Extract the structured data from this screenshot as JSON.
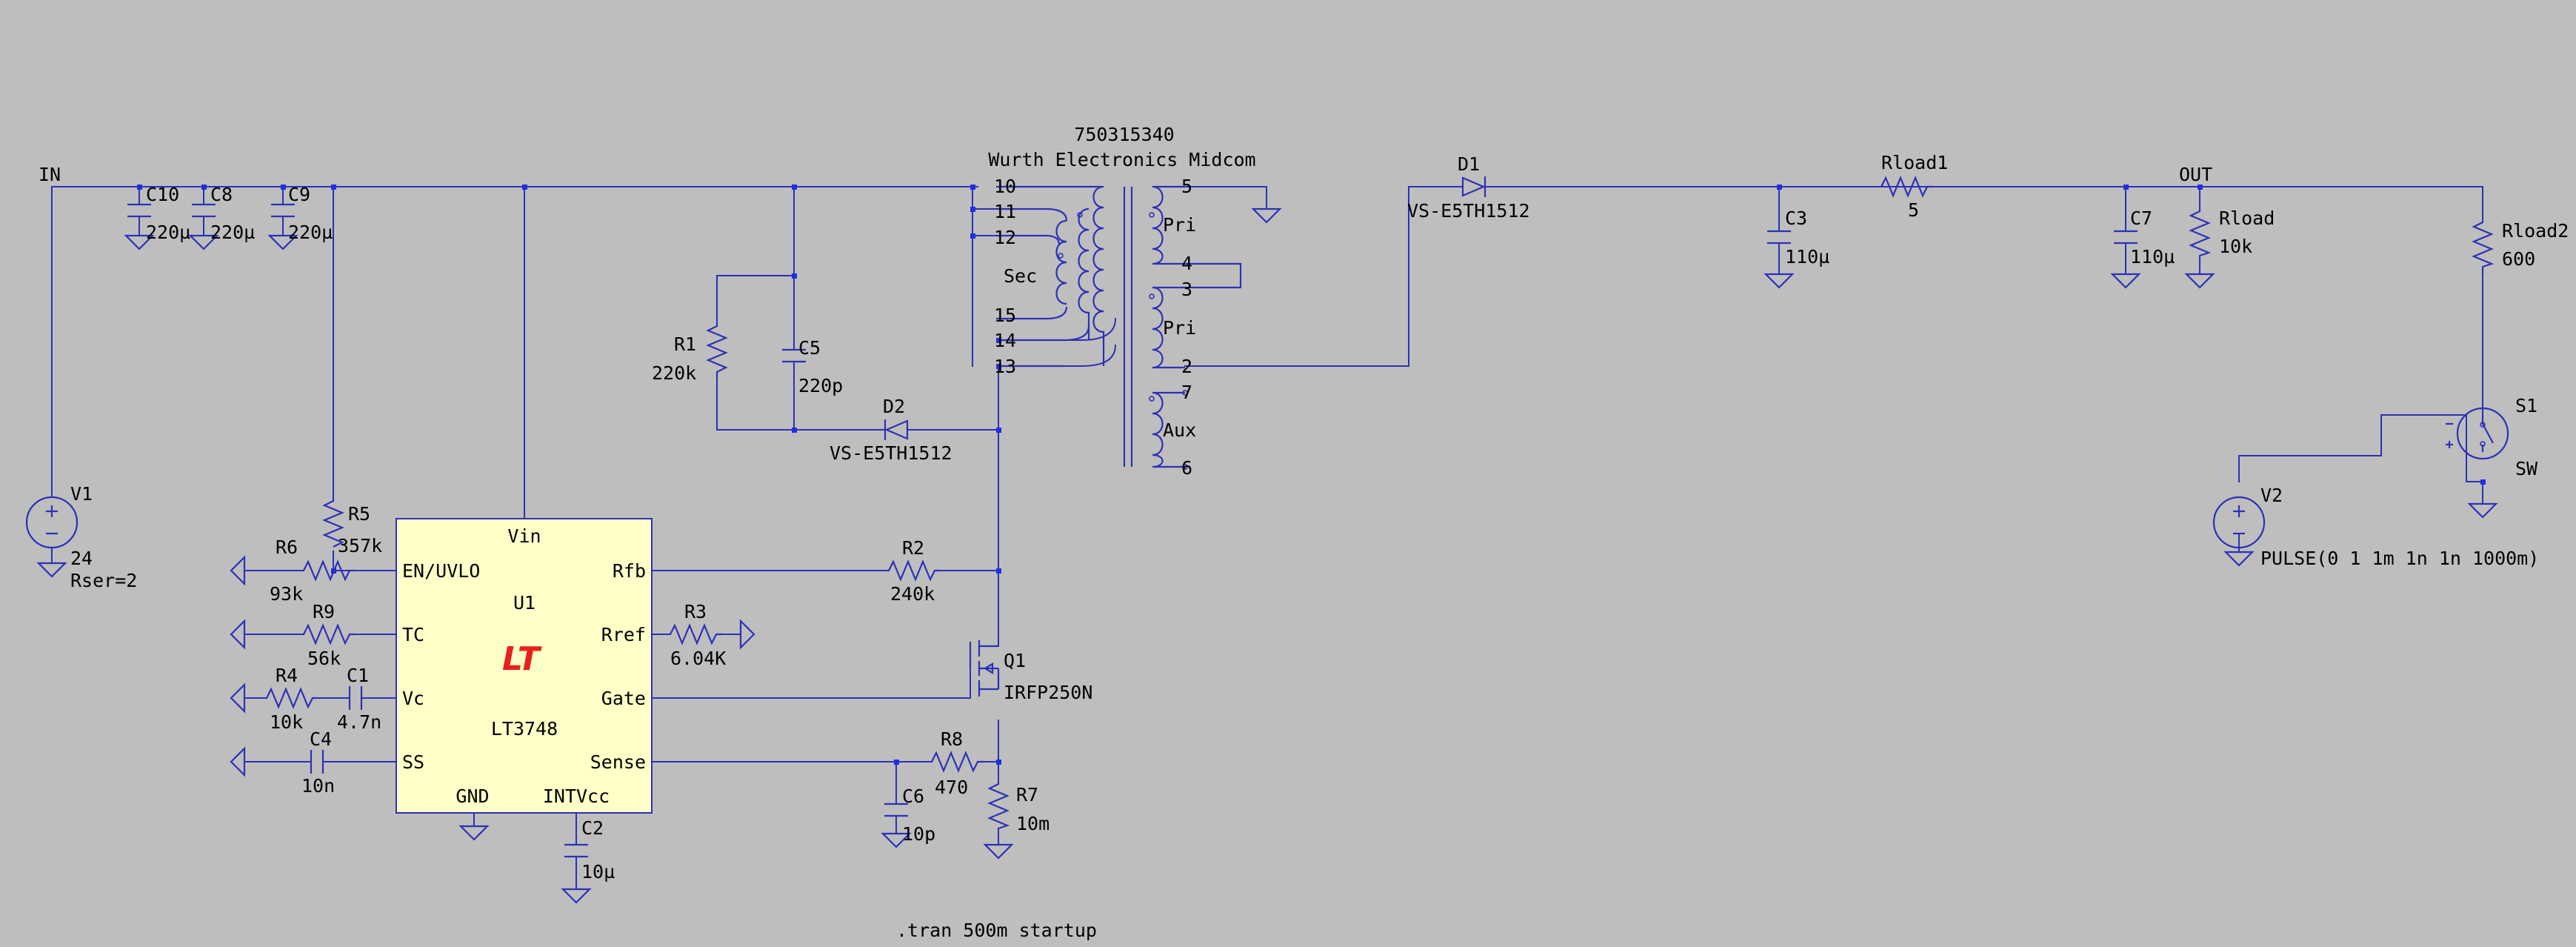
{
  "nets": {
    "in": "IN",
    "out": "OUT"
  },
  "directive": ".tran 500m startup",
  "ic": {
    "ref": "U1",
    "part": "LT3748",
    "logo_text": "LT",
    "pins": {
      "vin": "Vin",
      "en": "EN/UVLO",
      "rfb": "Rfb",
      "tc": "TC",
      "rref": "Rref",
      "vc": "Vc",
      "gate": "Gate",
      "ss": "SS",
      "sense": "Sense",
      "gnd": "GND",
      "intvcc": "INTVcc"
    }
  },
  "transformer": {
    "part": "750315340",
    "maker": "Wurth Electronics Midcom",
    "pins": {
      "p10": "10",
      "p11": "11",
      "p12": "12",
      "p15": "15",
      "p14": "14",
      "p13": "13",
      "p5": "5",
      "p4": "4",
      "p3": "3",
      "p2": "2",
      "p7": "7",
      "p6": "6"
    },
    "windings": {
      "sec": "Sec",
      "pri1": "Pri",
      "pri2": "Pri",
      "aux": "Aux"
    }
  },
  "components": {
    "V1": {
      "ref": "V1",
      "value": "24",
      "extra": "Rser=2"
    },
    "V2": {
      "ref": "V2",
      "value": "PULSE(0 1 1m 1n 1n 1000m)"
    },
    "C10": {
      "ref": "C10",
      "value": "220µ"
    },
    "C8": {
      "ref": "C8",
      "value": "220µ"
    },
    "C9": {
      "ref": "C9",
      "value": "220µ"
    },
    "R5": {
      "ref": "R5",
      "value": "357k"
    },
    "R6": {
      "ref": "R6",
      "value": "93k"
    },
    "R9": {
      "ref": "R9",
      "value": "56k"
    },
    "R4": {
      "ref": "R4",
      "value": "10k"
    },
    "C1": {
      "ref": "C1",
      "value": "4.7n"
    },
    "C4": {
      "ref": "C4",
      "value": "10n"
    },
    "C2": {
      "ref": "C2",
      "value": "10µ"
    },
    "R1": {
      "ref": "R1",
      "value": "220k"
    },
    "C5": {
      "ref": "C5",
      "value": "220p"
    },
    "D2": {
      "ref": "D2",
      "value": "VS-E5TH1512"
    },
    "R2": {
      "ref": "R2",
      "value": "240k"
    },
    "R3": {
      "ref": "R3",
      "value": "6.04K"
    },
    "Q1": {
      "ref": "Q1",
      "value": "IRFP250N"
    },
    "R8": {
      "ref": "R8",
      "value": "470"
    },
    "C6": {
      "ref": "C6",
      "value": "10p"
    },
    "R7": {
      "ref": "R7",
      "value": "10m"
    },
    "D1": {
      "ref": "D1",
      "value": "VS-E5TH1512"
    },
    "C3": {
      "ref": "C3",
      "value": "110µ"
    },
    "Rload1": {
      "ref": "Rload1",
      "value": "5"
    },
    "C7": {
      "ref": "C7",
      "value": "110µ"
    },
    "Rload": {
      "ref": "Rload",
      "value": "10k"
    },
    "Rload2": {
      "ref": "Rload2",
      "value": "600"
    },
    "S1": {
      "ref": "S1",
      "value": "SW"
    }
  },
  "colors": {
    "background": "#bebebe",
    "wire": "#2c31b6",
    "junction": "#1f2fe0",
    "ic_fill": "#ffffc8",
    "logo": "#e8201c"
  }
}
